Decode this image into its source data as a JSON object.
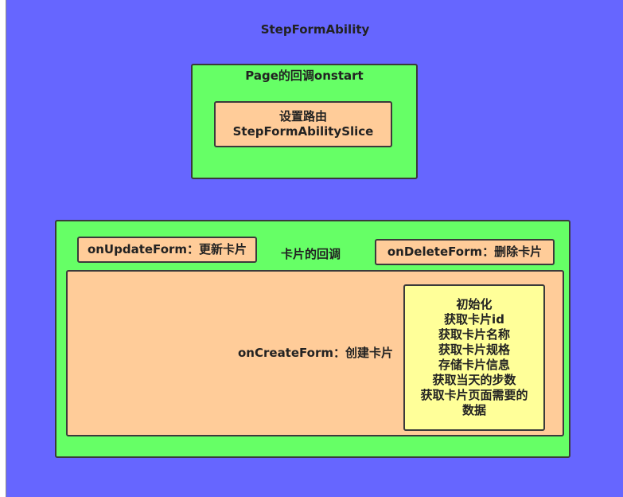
{
  "diagram": {
    "title": "StepFormAbility",
    "page_callback": {
      "label": "Page的回调onstart",
      "route_line1": "设置路由",
      "route_line2": "StepFormAbilitySlice"
    },
    "card_callback": {
      "label": "卡片的回调",
      "on_update": "onUpdateForm：更新卡片",
      "on_delete": "onDeleteForm：删除卡片",
      "on_create": "onCreateForm：创建卡片",
      "create_steps": [
        "初始化",
        "获取卡片id",
        "获取卡片名称",
        "获取卡片规格",
        "存储卡片信息",
        "获取当天的步数",
        "获取卡片页面需要的",
        "数据"
      ]
    }
  },
  "colors": {
    "background": "#6666ff",
    "container": "#66ff66",
    "node": "#ffcc99",
    "note": "#ffff99"
  }
}
